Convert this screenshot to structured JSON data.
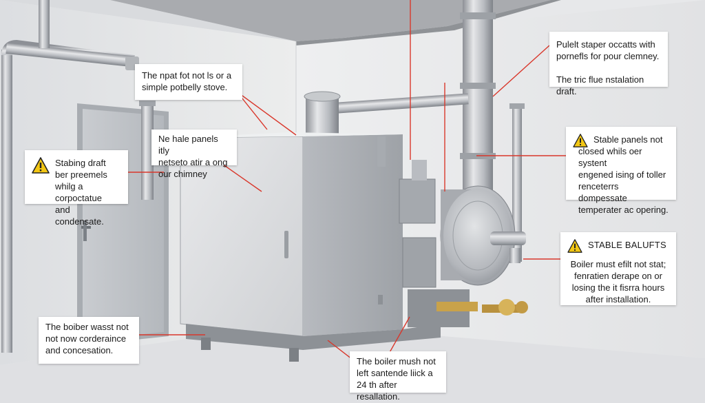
{
  "colors": {
    "wall": "#e6e7e9",
    "ceiling": "#a7a9ad",
    "floor": "#dcdde0",
    "metal_light": "#d5d7da",
    "metal_mid": "#b9bcc1",
    "metal_dark": "#8c9096",
    "leader": "#d9372b",
    "warning_fill": "#f3c713",
    "brass": "#c8a04a"
  },
  "callouts": {
    "c1": {
      "text": "The npat fot not ls or a\nsimple potbelly stove."
    },
    "c2": {
      "text": "Ne hale panels itly\nnetseto atir a ong\nour chimney"
    },
    "c3": {
      "text": "Stabing draft\nber preemels\nwhilg a corpoctatue\nand condensate.",
      "icon": "warning-icon"
    },
    "c4": {
      "text": "Pulelt staper occatts with\npornefls for pour clemney.\n\nThe tric flue nstalation draft."
    },
    "c5": {
      "text": "Stable panels not\nclosed whils oer systent\nengened ising of toller\nrenceterrs dompessate\ntemperater ac opering.",
      "icon": "warning-icon"
    },
    "c6": {
      "title": "STABLE BALUFTS",
      "text": "Boiler must efilt not stat;\nfenratien derape on or\nlosing the it fisrra hours\nafter installation.",
      "icon": "warning-icon"
    },
    "c7": {
      "text": "The boiber wasst not\nnot now corderaince\nand concesation."
    },
    "c8": {
      "text": "The boiler mush not\nleft santende liick a\n24 th after resallation."
    }
  }
}
